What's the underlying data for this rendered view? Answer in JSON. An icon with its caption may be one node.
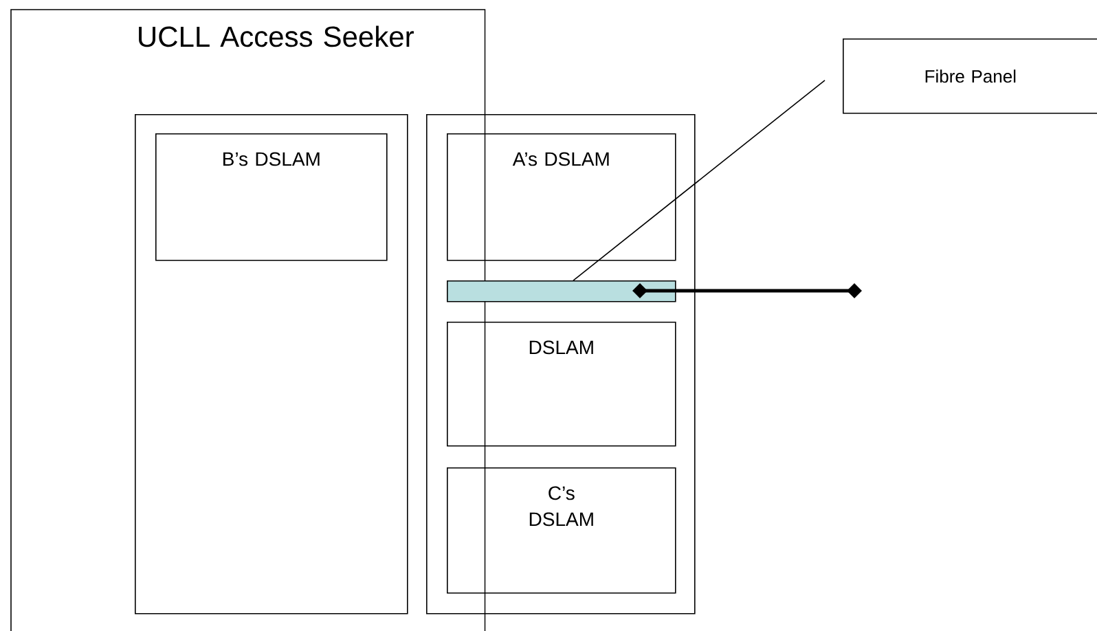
{
  "diagram": {
    "nodes": [
      {
        "text": [
          "UCLL Access Seeker"
        ]
      },
      {
        "text": [],
        "shape": "box",
        "in": 0
      },
      {
        "text": [
          "B’s DSLAM"
        ],
        "in": 1
      },
      {
        "text": [],
        "shape": "box"
      },
      {
        "text": [
          "A’s DSLAM"
        ],
        "in": 3
      },
      {
        "text": [],
        "shape": "bar",
        "in": 3
      },
      {
        "text": [
          "DSLAM"
        ],
        "in": 3
      },
      {
        "text": [
          "C’s DSLAM"
        ],
        "in": 3
      },
      {
        "text": [
          "Fibre Panel"
        ]
      }
    ],
    "edges": [
      {
        "from": 8,
        "to": 5,
        "arrow": "none"
      },
      {
        "from": 5,
        "to": null,
        "arrow": "other",
        "style": "thick"
      }
    ]
  }
}
